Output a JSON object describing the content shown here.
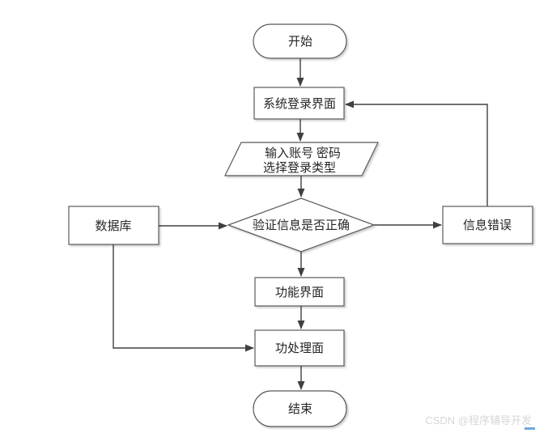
{
  "diagram": {
    "title": "login-flowchart",
    "colors": {
      "background": "#ffffff",
      "shape_fill": "#ffffff",
      "shape_border": "#595959",
      "connector": "#404040",
      "text": "#262626",
      "watermark_text": "#d6d6d6",
      "watermark_accent": "#6fa8dc"
    },
    "nodes": {
      "start": {
        "type": "terminator",
        "label": "开始"
      },
      "login": {
        "type": "process",
        "label": "系统登录界面"
      },
      "input": {
        "type": "input-output",
        "line1": "输入账号 密码",
        "line2": "选择登录类型"
      },
      "verify": {
        "type": "decision",
        "label": "验证信息是否正确"
      },
      "database": {
        "type": "process",
        "label": "数据库"
      },
      "error": {
        "type": "process",
        "label": "信息错误"
      },
      "function_ui": {
        "type": "process",
        "label": "功能界面"
      },
      "processing": {
        "type": "process",
        "label": "功处理面"
      },
      "end": {
        "type": "terminator",
        "label": "结束"
      }
    },
    "edges": [
      {
        "from": "start",
        "to": "login"
      },
      {
        "from": "login",
        "to": "input"
      },
      {
        "from": "input",
        "to": "verify"
      },
      {
        "from": "database",
        "to": "verify"
      },
      {
        "from": "verify",
        "to": "error"
      },
      {
        "from": "error",
        "to": "login"
      },
      {
        "from": "verify",
        "to": "function_ui"
      },
      {
        "from": "function_ui",
        "to": "processing"
      },
      {
        "from": "database",
        "to": "processing"
      },
      {
        "from": "processing",
        "to": "end"
      }
    ],
    "watermark": {
      "text": "CSDN @程序辅导开发"
    }
  }
}
